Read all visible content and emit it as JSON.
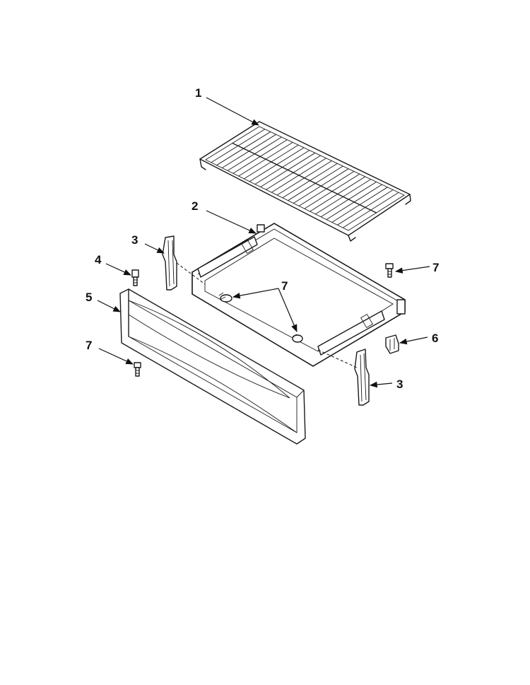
{
  "callouts": {
    "rack": "1",
    "drawer_body": "2",
    "slide_left": "3",
    "slide_right": "3",
    "stud": "4",
    "drawer_front": "5",
    "clip": "6",
    "screw_right": "7",
    "screws_center": "7",
    "screw_front": "7"
  },
  "colors": {
    "line": "#1a1a1a",
    "background": "#ffffff"
  }
}
